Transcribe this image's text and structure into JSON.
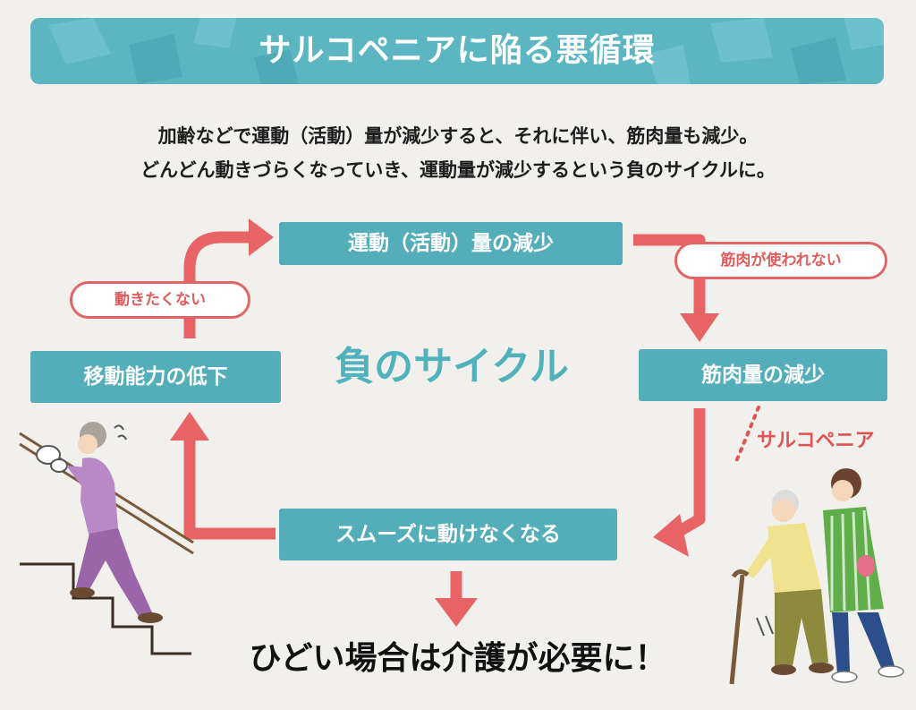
{
  "banner": {
    "title": "サルコペニアに陥る悪循環"
  },
  "intro": {
    "line1": "加齢などで運動（活動）量が減少すると、それに伴い、筋肉量も減少。",
    "line2": "どんどん動きづらくなっていき、運動量が減少するという負のサイクルに。"
  },
  "cycle": {
    "top": "運動（活動）量の減少",
    "right": "筋肉量の減少",
    "bottom": "スムーズに動けなくなる",
    "left": "移動能力の低下",
    "center": "負のサイクル",
    "reason_right": "筋肉が使われない",
    "reason_left": "動きたくない"
  },
  "sarcopenia_label": "サルコペニア",
  "conclusion": "ひどい場合は介護が必要に！",
  "colors": {
    "teal": "#53aeb9",
    "banner": "#5bb6c2",
    "arrow": "#e86464",
    "background": "#f1f0ec"
  }
}
